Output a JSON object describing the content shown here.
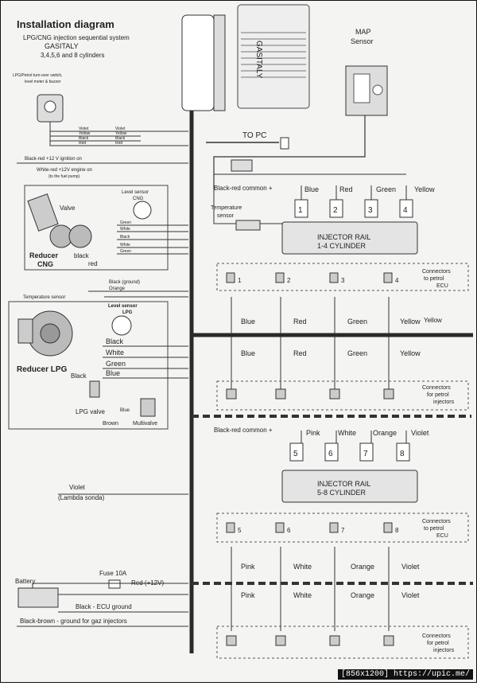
{
  "title": "Installation diagram",
  "subtitle_line1": "LPG/CNG injection sequential system",
  "subtitle_line2": "GASITALY",
  "subtitle_line3": "3,4,5,6 and 8 cylinders",
  "ecu_label": "GASITALY",
  "to_pc": "TO PC",
  "map_sensor": {
    "line1": "MAP",
    "line2": "Sensor"
  },
  "switch": {
    "line1": "LPG/Petrol turn-over switch,",
    "line2": "level meter & buzzer",
    "wires": [
      "Violet",
      "Yellow",
      "Black",
      "Red"
    ]
  },
  "ignition_wire": "Black-red +12 V ignition on",
  "engine_wire": {
    "line1": "White-red +12V engine on",
    "line2": "(to the fuel pump)"
  },
  "cng": {
    "valve": "Valve",
    "level_sensor_line1": "Level sensor",
    "level_sensor_line2": "CNG",
    "reducer_line1": "Reducer",
    "reducer_line2": "CNG",
    "wire_black": "black",
    "wire_red": "red",
    "sensor_wires": [
      "Green",
      "White",
      "Black",
      "White",
      "Green"
    ]
  },
  "lpg": {
    "ground_wire": "Black (ground)",
    "orange_wire": "Orange",
    "temp_sensor": "Temperature sensor",
    "level_sensor_line1": "Level sensor",
    "level_sensor_line2": "LPG",
    "reducer": "Reducer LPG",
    "wires": [
      "Black",
      "White",
      "Green",
      "Blue"
    ],
    "valve_black": "Black",
    "valve": "LPG valve",
    "multivalve_blue": "Blue",
    "multivalve_brown": "Brown",
    "multivalve": "Multivalve"
  },
  "rail1": {
    "common": "Black-red common +",
    "temp_sensor_line1": "Temperature",
    "temp_sensor_line2": "sensor",
    "title_line1": "INJECTOR RAIL",
    "title_line2": "1-4 CYLINDER",
    "numbers": [
      "1",
      "2",
      "3",
      "4"
    ],
    "colors": [
      "Blue",
      "Red",
      "Green",
      "Yellow"
    ]
  },
  "rail2": {
    "common": "Black-red common +",
    "title_line1": "INJECTOR RAIL",
    "title_line2": "5-8 CYLINDER",
    "numbers": [
      "5",
      "6",
      "7",
      "8"
    ],
    "colors": [
      "Pink",
      "White",
      "Orange",
      "Violet"
    ]
  },
  "ecu_connectors": {
    "line1": "Connectors",
    "line2": "to petrol",
    "line3": "ECU"
  },
  "injector_connectors": {
    "line1": "Connectors",
    "line2": "for petrol",
    "line3": "injectors"
  },
  "lambda": {
    "line1": "Violet",
    "line2": "(Lambda sonda)"
  },
  "battery": {
    "label": "Battery",
    "fuse": "Fuse 10A",
    "red_wire": "Red (+12V)",
    "ecu_ground": "Black - ECU ground",
    "injector_ground": "Black-brown - ground for gaz injectors"
  },
  "watermark": "[856x1200] https://upic.me/"
}
